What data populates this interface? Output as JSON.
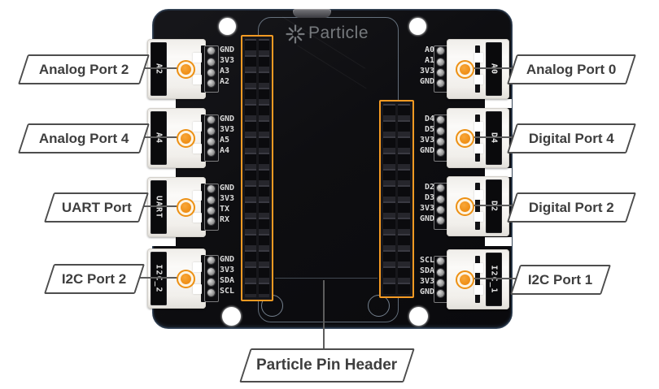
{
  "logo": {
    "brand": "Particle",
    "icon": "particle-star-icon"
  },
  "ports": {
    "left": [
      {
        "label": "Analog Port 2",
        "name": "A2",
        "pins": [
          "GND",
          "3V3",
          "A3",
          "A2"
        ]
      },
      {
        "label": "Analog Port 4",
        "name": "A4",
        "pins": [
          "GND",
          "3V3",
          "A5",
          "A4"
        ]
      },
      {
        "label": "UART Port",
        "name": "UART",
        "pins": [
          "GND",
          "3V3",
          "TX",
          "RX"
        ]
      },
      {
        "label": "I2C Port 2",
        "name": "I2C_2",
        "pins": [
          "GND",
          "3V3",
          "SDA",
          "SCL"
        ]
      }
    ],
    "right": [
      {
        "label": "Analog Port 0",
        "name": "A0",
        "pins": [
          "A0",
          "A1",
          "3V3",
          "GND"
        ]
      },
      {
        "label": "Digital Port 4",
        "name": "D4",
        "pins": [
          "D4",
          "D5",
          "3V3",
          "GND"
        ]
      },
      {
        "label": "Digital Port 2",
        "name": "D2",
        "pins": [
          "D2",
          "D3",
          "3V3",
          "GND"
        ]
      },
      {
        "label": "I2C Port 1",
        "name": "I2C_1",
        "pins": [
          "SCL",
          "SDA",
          "3V3",
          "GND"
        ]
      }
    ]
  },
  "bottom_callout": {
    "label": "Particle Pin Header"
  },
  "colors": {
    "annotation_orange": "#ED9013",
    "header_outline_orange": "#F59A23",
    "board_black": "#0E0E11",
    "callout_border": "#4D4D4D",
    "callout_text": "#3E3E3E",
    "silkscreen_white": "#DADADA"
  }
}
